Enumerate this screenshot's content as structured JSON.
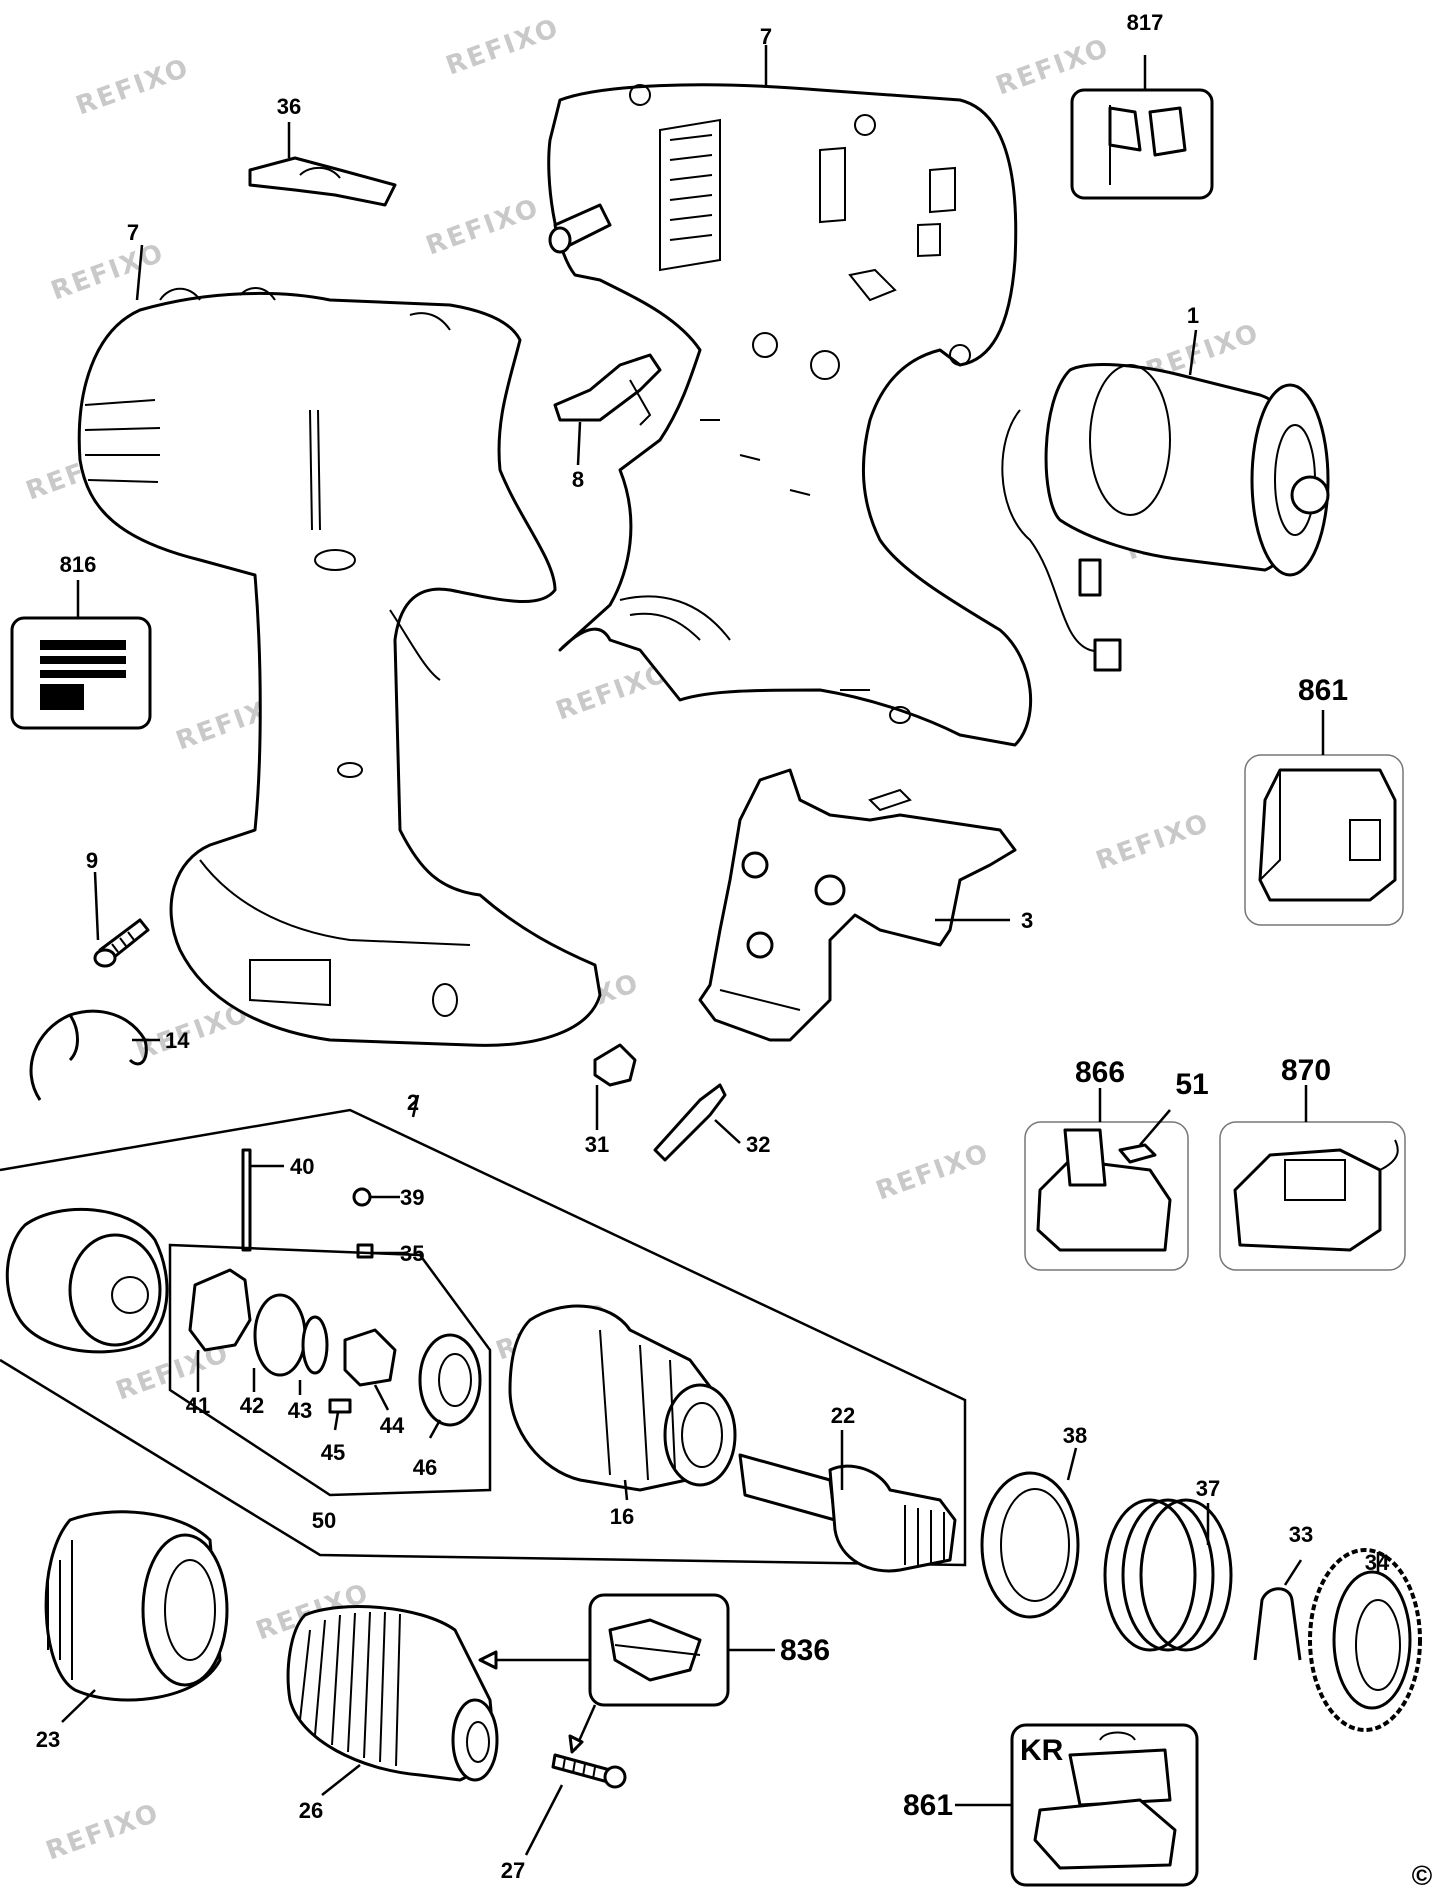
{
  "watermark": "REFIXO",
  "copyright": "©",
  "parts": [
    {
      "id": "p7a",
      "label": "7"
    },
    {
      "id": "p7b",
      "label": "7"
    },
    {
      "id": "p817",
      "label": "817"
    },
    {
      "id": "p36",
      "label": "36"
    },
    {
      "id": "p1",
      "label": "1"
    },
    {
      "id": "p8",
      "label": "8"
    },
    {
      "id": "p816",
      "label": "816"
    },
    {
      "id": "p861a",
      "label": "861"
    },
    {
      "id": "p3",
      "label": "3"
    },
    {
      "id": "p9",
      "label": "9"
    },
    {
      "id": "p14",
      "label": "14"
    },
    {
      "id": "p866",
      "label": "866"
    },
    {
      "id": "p51",
      "label": "51"
    },
    {
      "id": "p870",
      "label": "870"
    },
    {
      "id": "p2",
      "label": "2"
    },
    {
      "id": "p31",
      "label": "31"
    },
    {
      "id": "p32",
      "label": "32"
    },
    {
      "id": "p40",
      "label": "40"
    },
    {
      "id": "p39",
      "label": "39"
    },
    {
      "id": "p35",
      "label": "35"
    },
    {
      "id": "p41",
      "label": "41"
    },
    {
      "id": "p42",
      "label": "42"
    },
    {
      "id": "p43",
      "label": "43"
    },
    {
      "id": "p44",
      "label": "44"
    },
    {
      "id": "p45",
      "label": "45"
    },
    {
      "id": "p46",
      "label": "46"
    },
    {
      "id": "p50",
      "label": "50"
    },
    {
      "id": "p22",
      "label": "22"
    },
    {
      "id": "p16",
      "label": "16"
    },
    {
      "id": "p38",
      "label": "38"
    },
    {
      "id": "p37",
      "label": "37"
    },
    {
      "id": "p33",
      "label": "33"
    },
    {
      "id": "p34",
      "label": "34"
    },
    {
      "id": "p23",
      "label": "23"
    },
    {
      "id": "p26",
      "label": "26"
    },
    {
      "id": "p836",
      "label": "836"
    },
    {
      "id": "p27",
      "label": "27"
    },
    {
      "id": "kr",
      "label": "KR"
    },
    {
      "id": "p861b",
      "label": "861"
    }
  ]
}
